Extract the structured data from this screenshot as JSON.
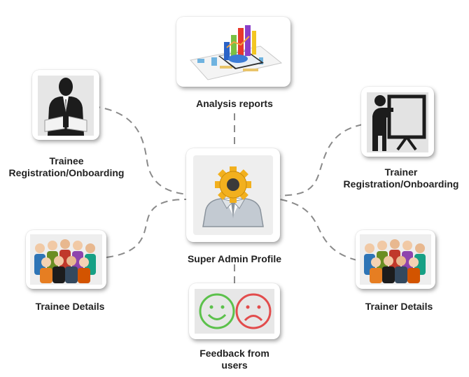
{
  "diagram": {
    "center": {
      "label": "Super Admin Profile",
      "icon": "admin-gear-user-icon"
    },
    "nodes": [
      {
        "id": "analysis",
        "label": "Analysis reports",
        "icon": "analytics-chart-icon"
      },
      {
        "id": "trainee-reg",
        "label": "Trainee\nRegistration/Onboarding",
        "icon": "businessman-reading-icon"
      },
      {
        "id": "trainer-reg",
        "label": "Trainer\nRegistration/Onboarding",
        "icon": "presenter-board-icon"
      },
      {
        "id": "trainee-details",
        "label": "Trainee Details",
        "icon": "group-people-icon"
      },
      {
        "id": "trainer-details",
        "label": "Trainer Details",
        "icon": "group-people-icon"
      },
      {
        "id": "feedback",
        "label": "Feedback from\nusers",
        "icon": "happy-sad-faces-icon"
      }
    ],
    "colors": {
      "connector": "#8a8a8a",
      "gear": "#f2b01e",
      "happy": "#5cc14b",
      "sad": "#e24c4c",
      "person_dark": "#1c1c1c"
    }
  }
}
